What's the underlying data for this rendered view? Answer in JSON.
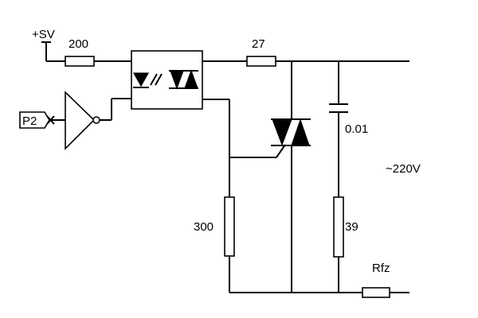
{
  "supply_label": "+SV",
  "input_tag": "P2",
  "mains_label": "~220V",
  "components": {
    "r_input": {
      "value": "200"
    },
    "r_series": {
      "value": "27"
    },
    "capacitor": {
      "value": "0.01"
    },
    "r_gate": {
      "value": "300"
    },
    "r_snubber": {
      "value": "39"
    },
    "r_load": {
      "value": "Rfz"
    }
  },
  "colors": {
    "ink": "#000000",
    "background": "#ffffff"
  }
}
